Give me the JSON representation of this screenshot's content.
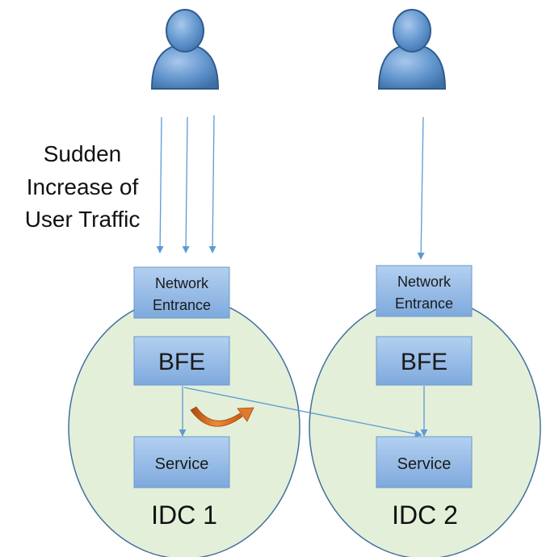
{
  "annotation": {
    "lines": [
      "Sudden",
      "Increase of",
      "User Traffic"
    ]
  },
  "idc1": {
    "label": "IDC 1",
    "network_entrance": [
      "Network",
      "Entrance"
    ],
    "bfe": "BFE",
    "service": "Service"
  },
  "idc2": {
    "label": "IDC 2",
    "network_entrance": [
      "Network",
      "Entrance"
    ],
    "bfe": "BFE",
    "service": "Service"
  },
  "colors": {
    "circle_fill": "#e3efd9",
    "circle_stroke": "#41719c",
    "box_fill_top": "#a9c8ec",
    "box_fill_bottom": "#7aa7dc",
    "box_stroke": "#6a99cc",
    "arrow": "#5b9bd5",
    "curved_arrow": "#c55a11",
    "user": "#5b8ec7"
  }
}
